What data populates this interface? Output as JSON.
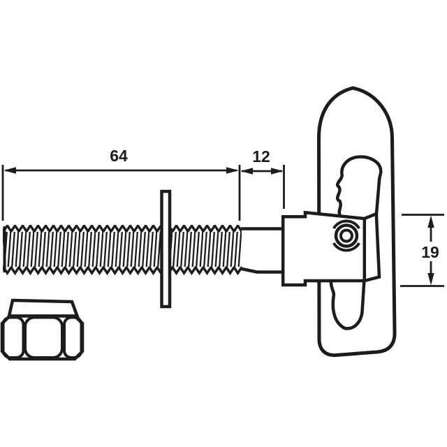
{
  "diagram": {
    "type": "engineering-line-drawing",
    "background": "#ffffff",
    "line_color": "#1c1c1c",
    "parts": [
      "threaded-rod",
      "washer",
      "plain-shank",
      "pivot-block",
      "pivot-pin",
      "toggle-handle",
      "lock-nut"
    ],
    "dimensions": {
      "thread_length": {
        "label": "64"
      },
      "plain_length": {
        "label": "12"
      },
      "body_height": {
        "label": "19"
      }
    }
  }
}
